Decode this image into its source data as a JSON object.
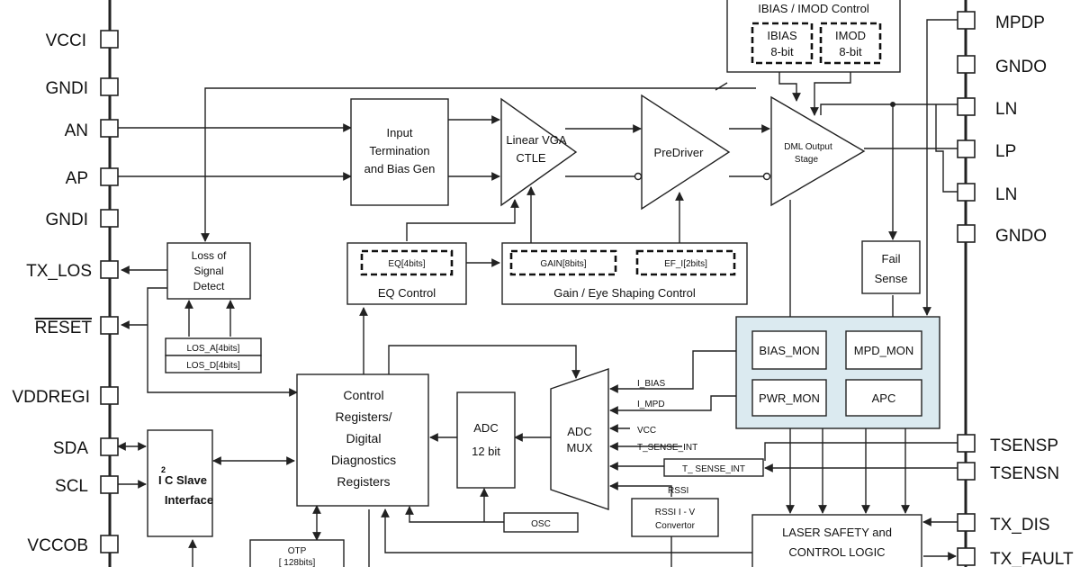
{
  "left_pins": [
    "VCCI",
    "GNDI",
    "AN",
    "AP",
    "GNDI",
    "TX_LOS",
    "RESET",
    "VDDREGI",
    "SDA",
    "SCL",
    "VCCOB"
  ],
  "right_pins": [
    "MPDP",
    "GNDO",
    "LN",
    "LP",
    "LN",
    "GNDO",
    "TSENSP",
    "TSENSN",
    "TX_DIS",
    "TX_FAULT"
  ],
  "blocks": {
    "bias_ctrl_title": "IBIAS / IMOD  Control",
    "ibias": [
      "IBIAS",
      "8-bit"
    ],
    "imod": [
      "IMOD",
      "8-bit"
    ],
    "input_term": [
      "Input",
      "Termination",
      "and Bias Gen"
    ],
    "vga": [
      "Linear VGA",
      "CTLE"
    ],
    "predriver": "PreDriver",
    "dml": [
      "DML Output",
      "Stage"
    ],
    "los": [
      "Loss of",
      "Signal",
      "Detect"
    ],
    "eq_reg": "EQ[4bits]",
    "eq_ctrl": "EQ Control",
    "gain_reg": "GAIN[8bits]",
    "ef_reg": "EF_I[2bits]",
    "gain_ctrl": "Gain / Eye Shaping Control",
    "fail_sense": [
      "Fail",
      "Sense"
    ],
    "los_a": "LOS_A[4bits]",
    "los_d": "LOS_D[4bits]",
    "bias_mon": "BIAS_MON",
    "mpd_mon": "MPD_MON",
    "pwr_mon": "PWR_MON",
    "apc": "APC",
    "ctrl_regs": [
      "Control",
      "Registers/",
      "Digital",
      "Diagnostics",
      "Registers"
    ],
    "adc": [
      "ADC",
      "12  bit"
    ],
    "adc_mux": [
      "ADC",
      "MUX"
    ],
    "i2c": [
      "C Slave",
      "Interface"
    ],
    "i2c_sup": "2",
    "i2c_prefix": "I",
    "osc": "OSC",
    "rssi_conv": [
      "RSSI I - V",
      "Convertor"
    ],
    "laser_safety": [
      "LASER SAFETY and",
      "CONTROL LOGIC"
    ],
    "otp": [
      "OTP",
      "[ 128bits]"
    ],
    "t_sense_box": "T_ SENSE_INT"
  },
  "signals": {
    "i_bias": "I_BIAS",
    "i_mpd": "I_MPD",
    "vcc": "VCC",
    "t_sense": "T_SENSE_INT",
    "rssi": "RSSI"
  },
  "colors": {
    "monitor_panel": "#dbeaf0",
    "line": "#222222"
  }
}
